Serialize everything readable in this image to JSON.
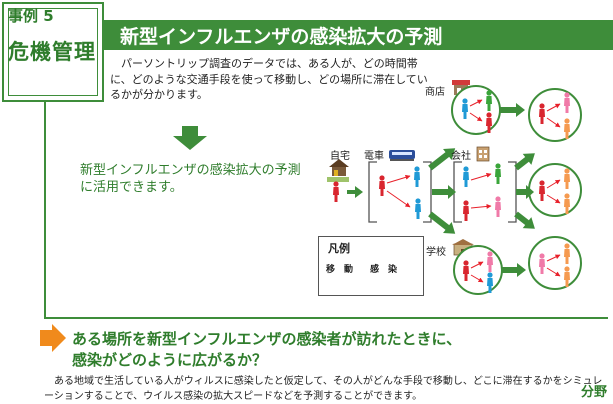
{
  "case": {
    "number": "事例 5",
    "title": "危機管理",
    "field": "分野"
  },
  "title": "新型インフルエンザの感染拡大の予測",
  "intro": "　パーソントリップ調査のデータでは、ある人が、どの時間帯に、どのような交通手段を使って移動し、どの場所に滞在しているかが分かります。",
  "summary": "新型インフルエンザの感染拡大の予測に活用できます。",
  "diagram": {
    "labels": {
      "home": "自宅",
      "train": "電車",
      "office": "会社",
      "shop": "商店",
      "school": "学校"
    },
    "colors": {
      "green": "#3e8d3a",
      "infected": "#e8202a",
      "person_red": "#d9262f",
      "person_blue": "#1f9ad6",
      "person_green": "#3aa53a",
      "person_pink": "#f07aa8",
      "person_orange": "#f59a50"
    }
  },
  "legend": {
    "title": "凡例",
    "move": "移　動",
    "infect": "感　染"
  },
  "question": {
    "line1": "ある場所を新型インフルエンザの感染者が訪れたときに、",
    "line2": "感染がどのように広がるか？"
  },
  "footnote": "ある地域で生活している人がウィルスに感染したと仮定して、その人がどんな手段で移動し、どこに滞在するかをシミュレーションすることで、ウイルス感染の拡大スピードなどを予測することができます。"
}
